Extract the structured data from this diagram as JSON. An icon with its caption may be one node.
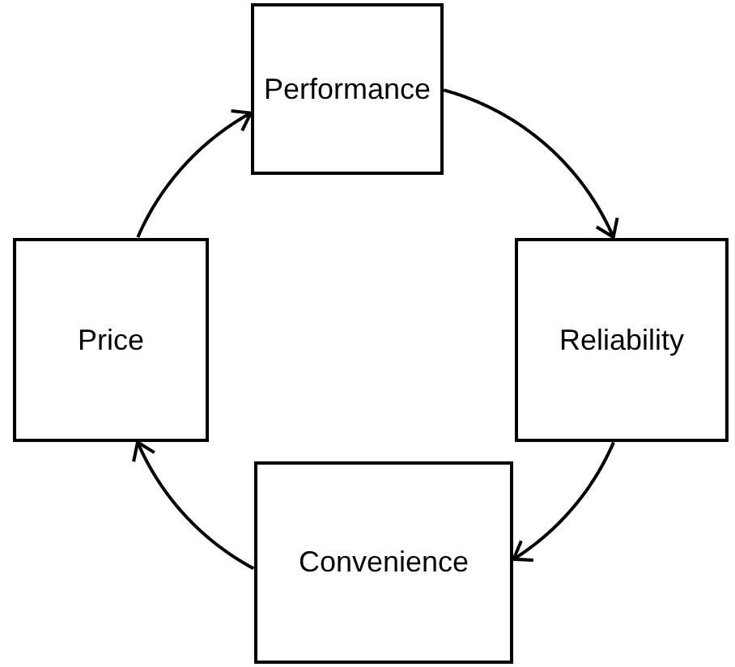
{
  "diagram": {
    "nodes": [
      {
        "text": [
          "Performance"
        ]
      },
      {
        "text": [
          "Reliability"
        ]
      },
      {
        "text": [
          "Convenience"
        ]
      },
      {
        "text": [
          "Price"
        ]
      }
    ],
    "edges": [
      {
        "from": 3,
        "to": 0,
        "arrow": "to"
      },
      {
        "from": 0,
        "to": 1,
        "arrow": "to"
      },
      {
        "from": 1,
        "to": 2,
        "arrow": "to"
      },
      {
        "from": 2,
        "to": 3,
        "arrow": "to"
      }
    ]
  }
}
